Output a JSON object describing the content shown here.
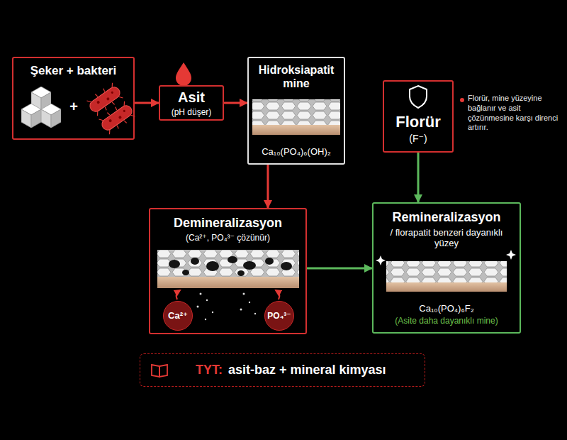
{
  "diagram": {
    "nodes": [
      {
        "text": [
          "Şeker + bakteri"
        ]
      },
      {
        "text": [
          "Asit",
          "(pH düşer)"
        ]
      },
      {
        "text": [
          "Hidroksiapatit mine",
          "Ca₁₀(PO₄)₆(OH)₂"
        ]
      },
      {
        "text": [
          "Florür",
          "(F⁻)"
        ]
      },
      {
        "text": [
          "Demineralizasyon",
          "(Ca²⁺, PO₄³⁻ çözünür)"
        ]
      },
      {
        "text": [
          "Ca²⁺"
        ],
        "in": 4
      },
      {
        "text": [
          "PO₄³⁻"
        ],
        "in": 4
      },
      {
        "text": [
          "Remineralizasyon",
          "/ florapatit benzeri dayanıklı yüzey",
          "Ca₁₀(PO₄)₆F₂",
          "(Asite daha dayanıklı mine)"
        ]
      },
      {
        "text": [
          "TYT:",
          "asit-baz + mineral kimyası"
        ]
      }
    ],
    "edges": [
      {
        "from": 0,
        "to": 1,
        "arrow": "to"
      },
      {
        "from": 1,
        "to": 2,
        "arrow": "to"
      },
      {
        "from": 2,
        "to": 4,
        "arrow": "to"
      },
      {
        "from": 4,
        "to": 7,
        "arrow": "to"
      },
      {
        "from": 3,
        "to": 7,
        "arrow": "to"
      }
    ],
    "labels": [
      "+",
      "Florür, mine yüzeyine bağlanır ve asit çözünmesine karşı direnci artırır."
    ]
  }
}
